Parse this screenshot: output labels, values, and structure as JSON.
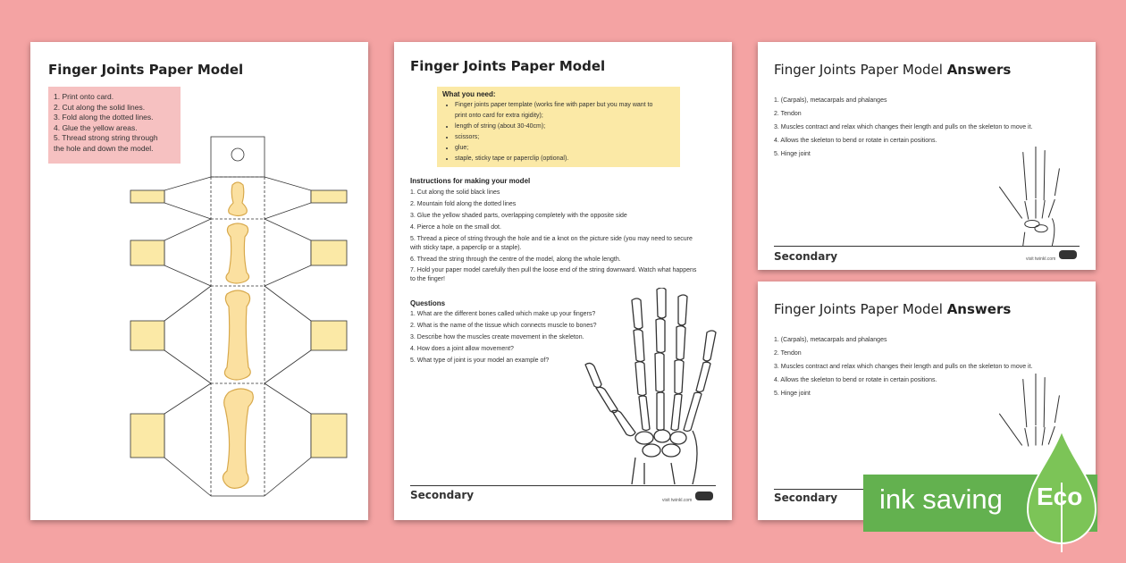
{
  "page1": {
    "title": "Finger Joints Paper Model",
    "steps": [
      "1. Print onto card.",
      "2. Cut along the solid lines.",
      "3. Fold along the dotted lines.",
      "4. Glue the yellow areas.",
      "5.  Thread  strong  string  through",
      "the hole and down the model."
    ]
  },
  "page2": {
    "title": "Finger Joints Paper Model",
    "need_heading": "What you need:",
    "need_items": [
      "Finger joints paper template (works fine with paper but you may want to",
      "print onto card for extra rigidity);",
      "length of string (about 30-40cm);",
      "scissors;",
      "glue;",
      "staple, sticky tape or paperclip (optional)."
    ],
    "instructions_heading": "Instructions for making your model",
    "instructions": [
      "1. Cut along the solid black lines",
      "2. Mountain fold along the dotted lines",
      "3. Glue the yellow shaded parts, overlapping completely with the opposite side",
      "4. Pierce a hole on the small dot.",
      "5. Thread a piece of string through the hole and tie a knot on the picture side (you may need to secure",
      "with sticky tape, a paperclip or a staple).",
      "6. Thread the string through the centre of the model, along the whole length.",
      "7. Hold your paper model carefully then pull the loose end of the string downward. Watch what happens",
      "to the finger!"
    ],
    "questions_heading": "Questions",
    "questions": [
      "1. What are the different bones called which make up your fingers?",
      "2. What is the name of the tissue which connects muscle to bones?",
      "3. Describe how the muscles create movement in the skeleton.",
      "4. How does a joint allow movement?",
      "5. What type of joint is your model an example of?"
    ],
    "footer": "Secondary",
    "logo_text": "visit twinkl.com"
  },
  "page3": {
    "title_plain": "Finger Joints Paper Model ",
    "title_bold": "Answers",
    "answers": [
      "1. (Carpals), metacarpals and phalanges",
      "2. Tendon",
      "3. Muscles contract and relax which changes their length and pulls on the skeleton to move it.",
      "4. Allows the skeleton to bend or rotate in certain positions.",
      "5. Hinge joint"
    ],
    "footer": "Secondary",
    "logo_text": "visit twinkl.com"
  },
  "page4": {
    "title_plain": "Finger Joints Paper Model ",
    "title_bold": "Answers",
    "answers": [
      "1. (Carpals), metacarpals and phalanges",
      "2. Tendon",
      "3. Muscles contract and relax which changes their length and pulls on the skeleton to move it.",
      "4. Allows the skeleton to bend or rotate in certain positions.",
      "5. Hinge joint"
    ],
    "footer": "Secondary"
  },
  "badge": {
    "label": "ink saving",
    "eco": "Eco",
    "color": "#63b14f"
  }
}
